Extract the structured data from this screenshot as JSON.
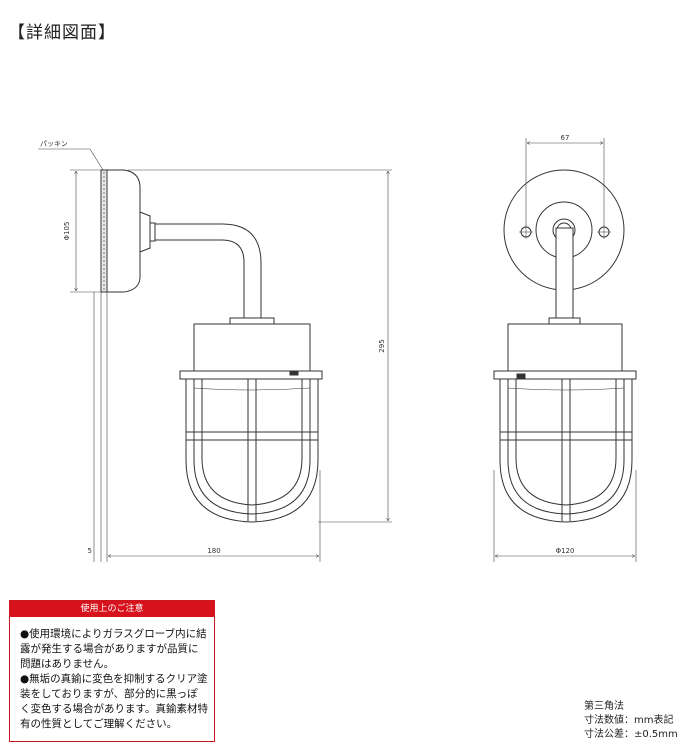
{
  "title": "【詳細図面】",
  "labels": {
    "packing": "パッキン",
    "dia_base": "Φ105",
    "height": "295",
    "depth_small": "5",
    "depth": "180",
    "pitch": "67",
    "dia_glass": "Φ120"
  },
  "caution": {
    "heading": "使用上のご注意",
    "items": [
      "●使用環境によりガラスグローブ内に結露が発生する場合がありますが品質に問題はありません。",
      "●無垢の真鍮に変色を抑制するクリア塗装をしておりますが、部分的に黒っぽく変色する場合があります。真鍮素材特有の性質としてご理解ください。"
    ]
  },
  "notes": {
    "projection": "第三角法",
    "unit": "寸法数値：mm表記",
    "tolerance": "寸法公差：±0.5mm"
  },
  "colors": {
    "accent": "#d6131d",
    "line": "#333333"
  }
}
